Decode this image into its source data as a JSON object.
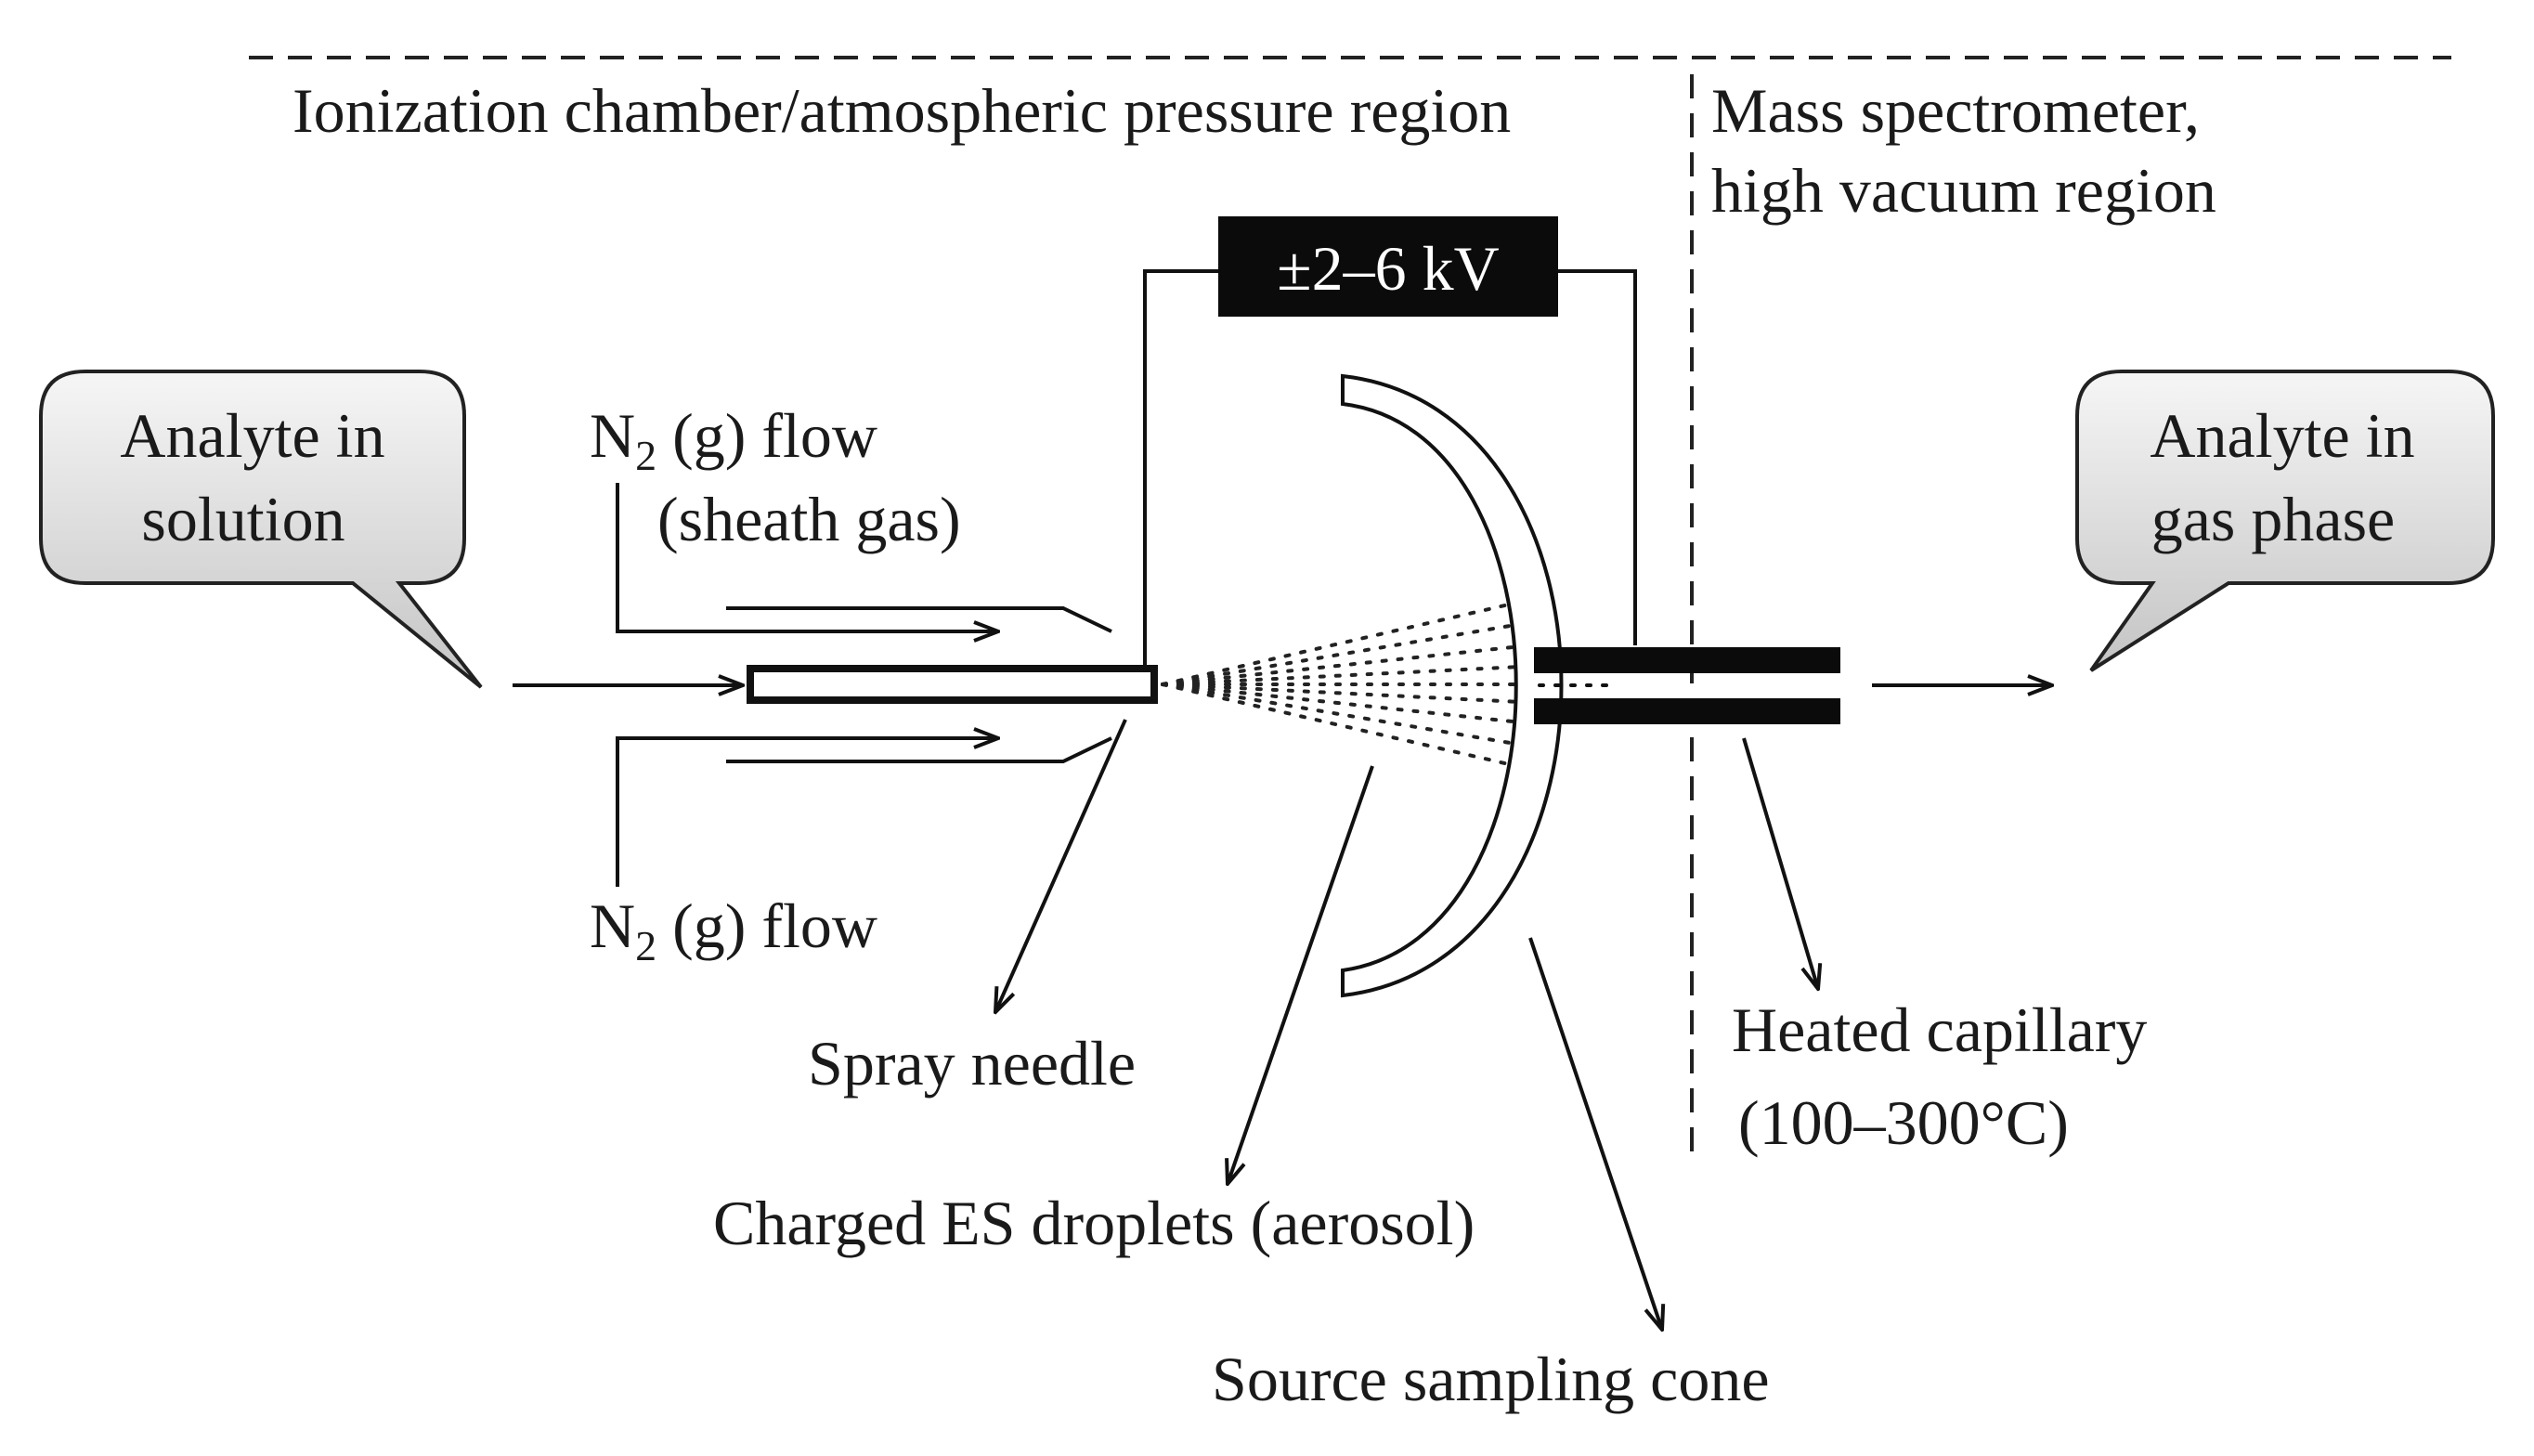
{
  "regions": {
    "left_label": "Ionization chamber/atmospheric pressure region",
    "right_label_line1": "Mass spectrometer,",
    "right_label_line2": "high vacuum region"
  },
  "voltage_label": "±2–6 kV",
  "callouts": {
    "input_line1": "Analyte in",
    "input_line2": "solution",
    "output_line1": "Analyte in",
    "output_line2": "gas phase"
  },
  "gas_flows": {
    "top_prefix": "N",
    "top_subscript": "2",
    "top_suffix": " (g) flow",
    "top_line2": "(sheath gas)",
    "bottom_prefix": "N",
    "bottom_subscript": "2",
    "bottom_suffix": " (g) flow"
  },
  "components": {
    "spray_needle": "Spray needle",
    "droplets": "Charged ES droplets (aerosol)",
    "sampling_cone": "Source sampling cone",
    "heated_capillary_line1": "Heated capillary",
    "heated_capillary_line2": "(100–300°C)"
  },
  "colors": {
    "ink": "#111111",
    "callout_fill_top": "#f4f4f4",
    "callout_fill_bottom": "#c9c9c9",
    "voltage_box": "#0b0b0b",
    "voltage_text": "#ffffff"
  }
}
